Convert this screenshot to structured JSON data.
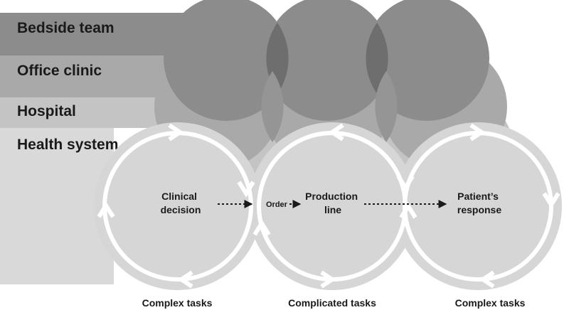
{
  "levels": {
    "bedside_team": "Bedside team",
    "office_clinic": "Office clinic",
    "hospital": "Hospital",
    "health_system": "Health system"
  },
  "cycles": {
    "clinical_decision": [
      "Clinical",
      "decision"
    ],
    "production_line": [
      "Production",
      "line"
    ],
    "patients_response": [
      "Patient’s",
      "response"
    ]
  },
  "order_label": "Order",
  "tasks": {
    "left": "Complex tasks",
    "middle": "Complicated tasks",
    "right": "Complex tasks"
  },
  "colors": {
    "bedside_band": "#8c8c8c",
    "office_band": "#a9a9a9",
    "hospital_band": "#c4c4c4",
    "system_band": "#d9d9d9",
    "bedside_overlap": "#6e6e6e",
    "office_overlap": "#959595",
    "hospital_overlap": "#b5b5b5",
    "cycle_fill": "#d6d6d6",
    "cycle_ring": "#ffffff",
    "text": "#1a1a1a"
  }
}
